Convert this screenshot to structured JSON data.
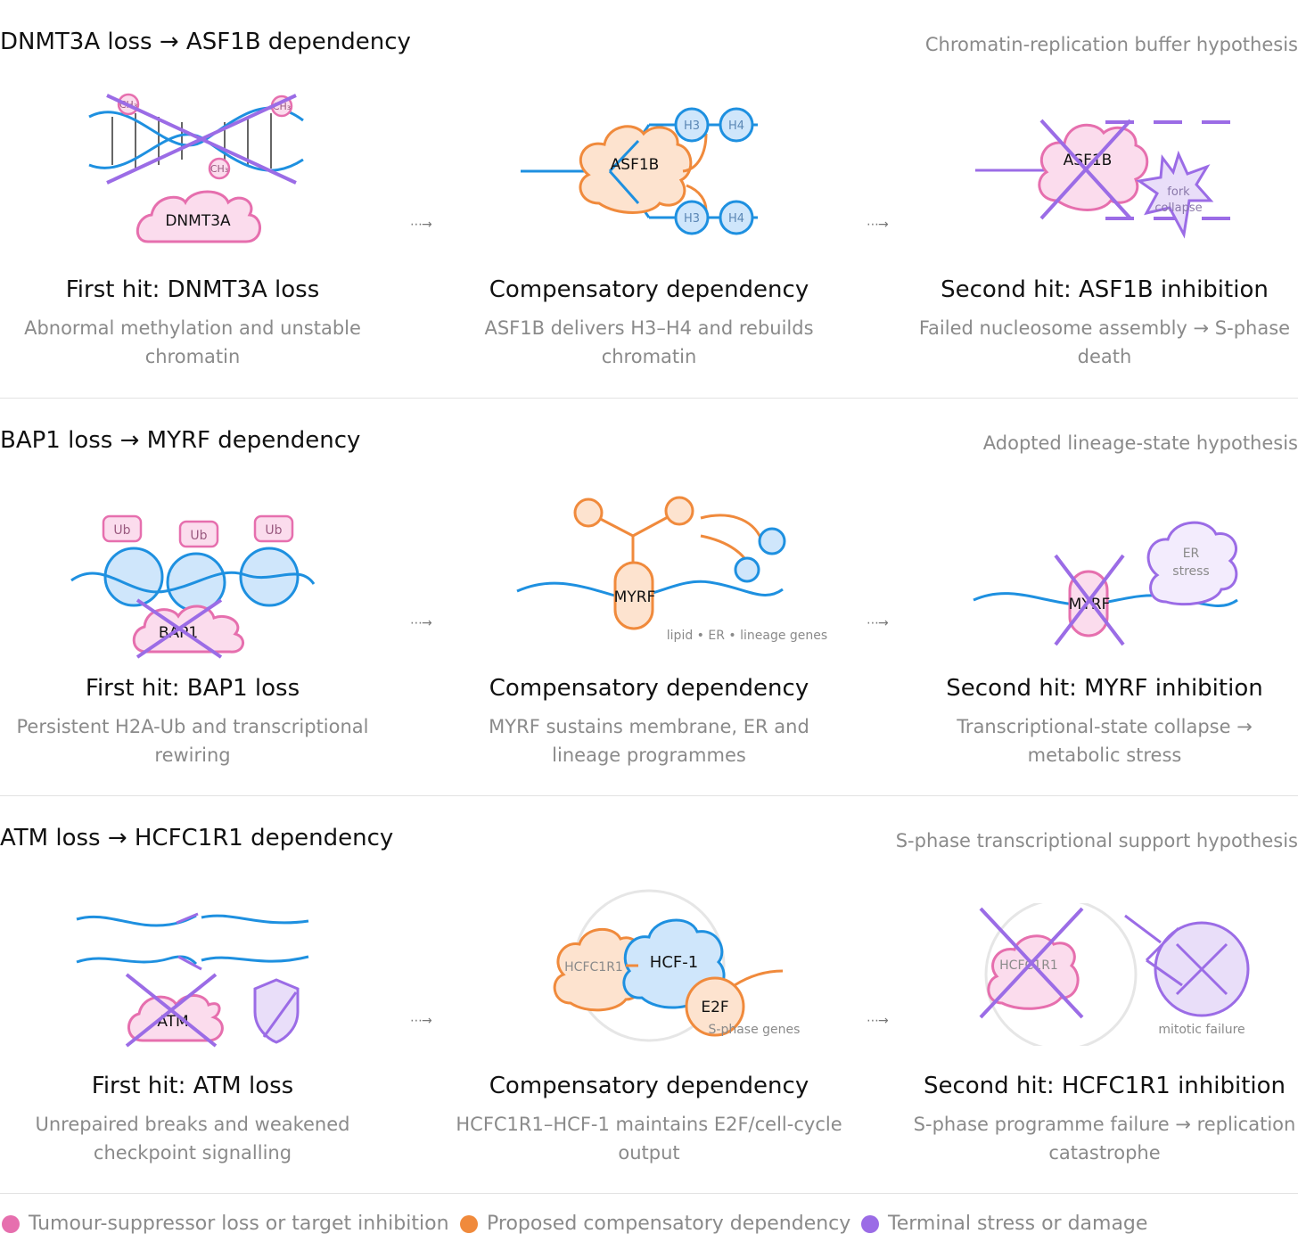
{
  "sections": [
    {
      "title": "DNMT3A loss → ASF1B dependency",
      "hypothesis": "Chromatin-replication buffer hypothesis",
      "panels": [
        {
          "title": "First hit: DNMT3A loss",
          "desc_line1": "Abnormal methylation and unstable",
          "desc_line2": "chromatin",
          "labels": {
            "protein": "DNMT3A",
            "mark": "CH₃"
          }
        },
        {
          "title": "Compensatory dependency",
          "desc_line1": "ASF1B delivers H3–H4 and rebuilds",
          "desc_line2": "chromatin",
          "labels": {
            "protein": "ASF1B",
            "h3": "H3",
            "h4": "H4"
          }
        },
        {
          "title": "Second hit: ASF1B inhibition",
          "desc_line1": "Failed nucleosome assembly → S-phase",
          "desc_line2": "death",
          "labels": {
            "protein": "ASF1B",
            "burst1": "fork",
            "burst2": "collapse"
          }
        }
      ],
      "arrows": [
        "⋯→",
        "⋯→"
      ]
    },
    {
      "title": "BAP1 loss → MYRF dependency",
      "hypothesis": "Adopted lineage-state hypothesis",
      "panels": [
        {
          "title": "First hit: BAP1 loss",
          "desc_line1": "Persistent H2A-Ub and transcriptional",
          "desc_line2": "rewiring",
          "labels": {
            "protein": "BAP1",
            "ub": "Ub"
          }
        },
        {
          "title": "Compensatory dependency",
          "desc_line1": "MYRF sustains membrane, ER and",
          "desc_line2": "lineage programmes",
          "labels": {
            "protein": "MYRF",
            "genes": "lipid • ER • lineage genes"
          }
        },
        {
          "title": "Second hit: MYRF inhibition",
          "desc_line1": "Transcriptional-state collapse →",
          "desc_line2": "metabolic stress",
          "labels": {
            "protein": "MYRF",
            "stress1": "ER",
            "stress2": "stress"
          }
        }
      ],
      "arrows": [
        "⋯→",
        "⋯→"
      ]
    },
    {
      "title": "ATM loss → HCFC1R1 dependency",
      "hypothesis": "S-phase transcriptional support hypothesis",
      "panels": [
        {
          "title": "First hit: ATM loss",
          "desc_line1": "Unrepaired breaks and weakened",
          "desc_line2": "checkpoint signalling",
          "labels": {
            "protein": "ATM"
          }
        },
        {
          "title": "Compensatory dependency",
          "desc_line1": "HCFC1R1–HCF-1 maintains E2F/cell-cycle",
          "desc_line2": "output",
          "labels": {
            "protein": "HCFC1R1",
            "partner": "HCF-1",
            "tf": "E2F",
            "genes": "S-phase genes"
          }
        },
        {
          "title": "Second hit: HCFC1R1 inhibition",
          "desc_line1": "S-phase programme failure → replication",
          "desc_line2": "catastrophe",
          "labels": {
            "protein": "HCFC1R1",
            "failure": "mitotic failure"
          }
        }
      ],
      "arrows": [
        "⋯→",
        "⋯→"
      ]
    }
  ],
  "legend": [
    {
      "label": "Tumour-suppressor loss or target inhibition",
      "color": "#e66fae"
    },
    {
      "label": "Proposed compensatory dependency",
      "color": "#f08a3c"
    },
    {
      "label": "Terminal stress or damage",
      "color": "#9b6ce6"
    }
  ],
  "colors": {
    "blue": "#1e90e0",
    "pink": "#e66fae",
    "orange": "#f08a3c",
    "purple": "#9b6ce6"
  }
}
